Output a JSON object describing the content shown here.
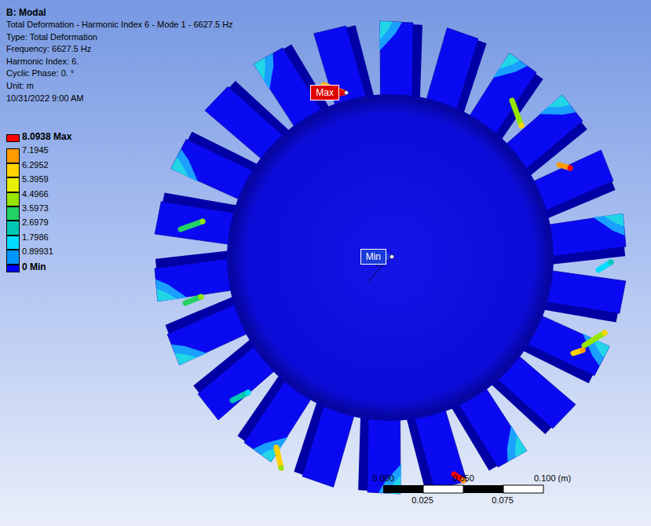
{
  "diagram": {
    "title": "B: Modal",
    "nodes": [
      {
        "text": [
          "Max"
        ]
      },
      {
        "text": [
          "Min"
        ]
      }
    ],
    "labels": [
      "Total Deformation - Harmonic Index 6 - Mode 1 - 6627.5 Hz",
      "Type: Total Deformation",
      "Frequency: 6627.5 Hz",
      "Harmonic Index: 6.",
      "Cyclic Phase: 0. °",
      "Unit: m",
      "10/31/2022 9:00 AM",
      "0.000",
      "0.050",
      "0.100 (m)",
      "0.025",
      "0.075"
    ],
    "legend": [
      {
        "text": "8.0938 Max",
        "color": "#ff0000"
      },
      {
        "text": "7.1945",
        "color": "#ff9a00"
      },
      {
        "text": "6.2952",
        "color": "#ffd200"
      },
      {
        "text": "5.3959",
        "color": "#e8f000"
      },
      {
        "text": "4.4966",
        "color": "#96e600"
      },
      {
        "text": "3.5973",
        "color": "#22d264"
      },
      {
        "text": "2.6979",
        "color": "#00c8b4"
      },
      {
        "text": "1.7986",
        "color": "#00dcff"
      },
      {
        "text": "0.89931",
        "color": "#0096ff"
      },
      {
        "text": "0 Min",
        "color": "#0000ff"
      }
    ]
  }
}
